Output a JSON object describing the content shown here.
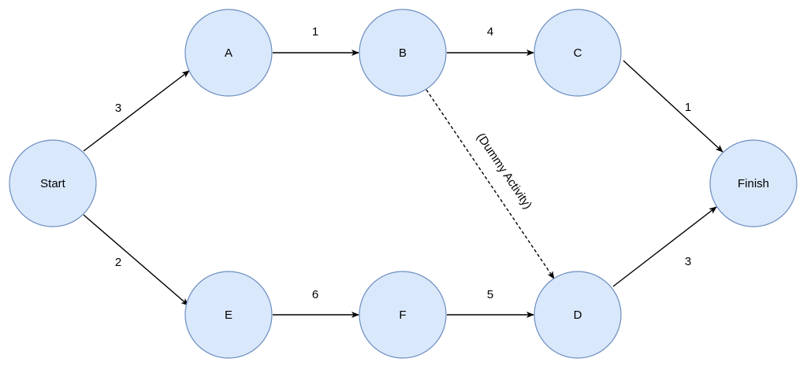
{
  "nodes": {
    "start": "Start",
    "a": "A",
    "b": "B",
    "c": "C",
    "finish": "Finish",
    "e": "E",
    "f": "F",
    "d": "D"
  },
  "edges": {
    "start_a": "3",
    "start_e": "2",
    "a_b": "1",
    "b_c": "4",
    "c_finish": "1",
    "e_f": "6",
    "f_d": "5",
    "d_finish": "3",
    "b_d": "(Dummy Activity)"
  },
  "colors": {
    "node_fill": "#dae8fc",
    "node_stroke": "#6c8ebf",
    "edge": "#000000"
  }
}
